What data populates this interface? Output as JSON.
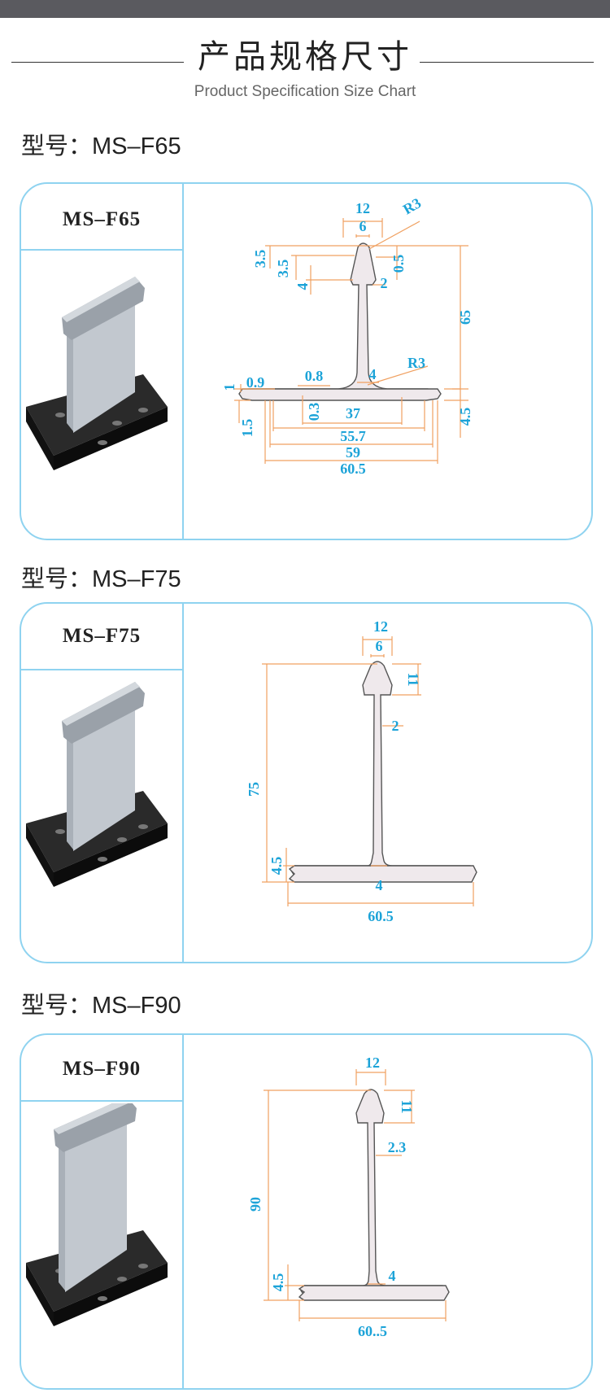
{
  "header": {
    "title": "产品规格尺寸",
    "subtitle": "Product Specification Size Chart"
  },
  "colors": {
    "card_border": "#8fd3f0",
    "dimension_text": "#1ca3d8",
    "dimension_line": "#f0a060",
    "top_bar": "#5a5a5f"
  },
  "sections": [
    {
      "label": "型号：MS–F65",
      "model": "MS–F65",
      "dims": {
        "top_width": "12",
        "head_width": "6",
        "radius_top": "R3",
        "d_3_5a": "3.5",
        "d_3_5b": "3.5",
        "d_4": "4",
        "d_0_5": "0.5",
        "d_2": "2",
        "height": "65",
        "d_1": "1",
        "d_0_9": "0.9",
        "d_0_8": "0.8",
        "d_4b": "4",
        "radius_bottom": "R3",
        "d_1_5": "1.5",
        "d_0_3": "0.3",
        "w_37": "37",
        "w_55_7": "55.7",
        "w_59": "59",
        "w_60_5": "60.5",
        "d_4_5": "4.5"
      }
    },
    {
      "label": "型号：MS–F75",
      "model": "MS–F75",
      "dims": {
        "top_width": "12",
        "head_width": "6",
        "head_height": "11",
        "web": "2",
        "height": "75",
        "base_h": "4.5",
        "web_bottom": "4",
        "base_width": "60.5"
      }
    },
    {
      "label": "型号：MS–F90",
      "model": "MS–F90",
      "dims": {
        "top_width": "12",
        "head_height": "11",
        "web": "2.3",
        "height": "90",
        "base_h": "4.5",
        "web_bottom": "4",
        "base_width": "60..5"
      }
    }
  ]
}
